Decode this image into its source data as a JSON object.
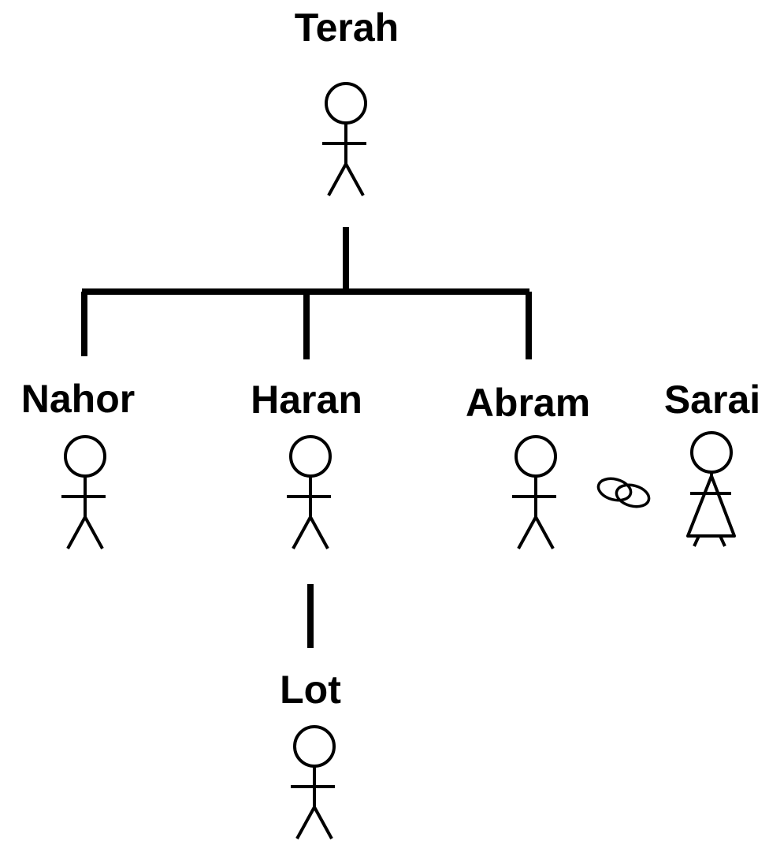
{
  "colors": {
    "ink": "#000000",
    "background": "#ffffff"
  },
  "people": {
    "terah": {
      "name": "Terah",
      "figure": "male-figure-icon"
    },
    "nahor": {
      "name": "Nahor",
      "figure": "male-figure-icon"
    },
    "haran": {
      "name": "Haran",
      "figure": "male-figure-icon"
    },
    "abram": {
      "name": "Abram",
      "figure": "male-figure-icon"
    },
    "sarai": {
      "name": "Sarai",
      "figure": "female-figure-icon"
    },
    "lot": {
      "name": "Lot",
      "figure": "male-figure-icon"
    }
  },
  "marriage_symbol": "wedding-rings-icon"
}
